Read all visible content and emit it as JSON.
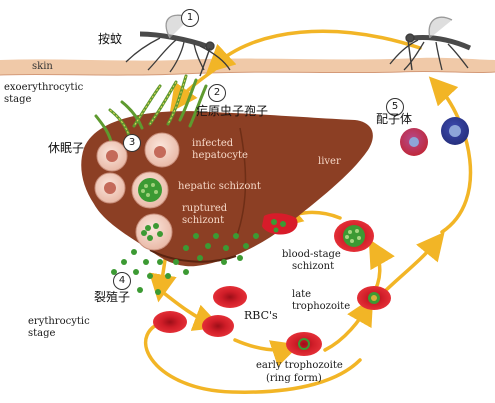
{
  "labels": {
    "mosquito_cn": "按蚊",
    "skin": "skin",
    "exo_stage": [
      "exoerythrocytic",
      "stage"
    ],
    "sporozoite_cn": "疟原虫子孢子",
    "hypnozoite_cn": "休眠子",
    "infected_hepatocyte": [
      "infected",
      "hepatocyte"
    ],
    "hepatic_schizont": "hepatic schizont",
    "ruptured_schizont": [
      "ruptured",
      "schizont"
    ],
    "liver": "liver",
    "merozoite_cn": "裂殖子",
    "erythrocytic_stage": [
      "erythrocytic",
      "stage"
    ],
    "rbcs": "RBC's",
    "blood_schizont": [
      "blood-stage",
      "schizont"
    ],
    "late_troph": [
      "late",
      "trophozoite"
    ],
    "early_troph": [
      "early trophozoite",
      "(ring form)"
    ],
    "gametocyte_cn": "配子体"
  },
  "step_numbers": [
    "1",
    "2",
    "3",
    "4",
    "5"
  ],
  "colors": {
    "skin": "#f0c9a8",
    "liver": "#8c3f24",
    "arrow": "#f2b526",
    "rbc": "#d81c2a",
    "parasite": "#3c9a33"
  }
}
